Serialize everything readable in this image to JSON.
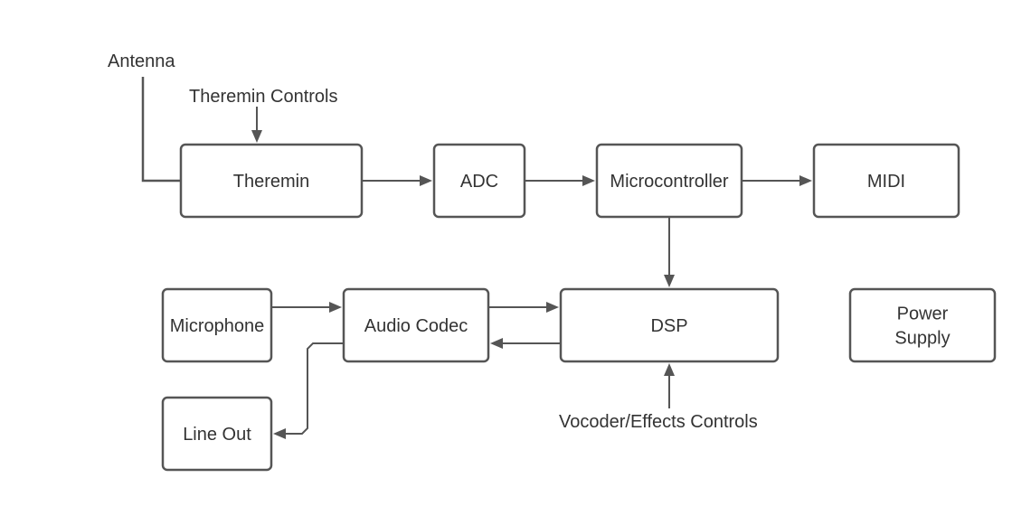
{
  "diagram": {
    "nodes": [
      {
        "id": "theremin",
        "label": "Theremin"
      },
      {
        "id": "adc",
        "label": "ADC"
      },
      {
        "id": "microcontroller",
        "label": "Microcontroller"
      },
      {
        "id": "midi",
        "label": "MIDI"
      },
      {
        "id": "microphone",
        "label": "Microphone"
      },
      {
        "id": "audio-codec",
        "label": "Audio Codec"
      },
      {
        "id": "dsp",
        "label": "DSP"
      },
      {
        "id": "power-supply",
        "label": "Power\nSupply"
      },
      {
        "id": "line-out",
        "label": "Line Out"
      }
    ],
    "labels": [
      {
        "id": "antenna",
        "text": "Antenna"
      },
      {
        "id": "theremin-controls",
        "text": "Theremin Controls"
      },
      {
        "id": "vocoder-effects-controls",
        "text": "Vocoder/Effects Controls"
      }
    ],
    "edges": [
      {
        "from": "antenna",
        "to": "theremin"
      },
      {
        "from": "theremin-controls",
        "to": "theremin"
      },
      {
        "from": "theremin",
        "to": "adc"
      },
      {
        "from": "adc",
        "to": "microcontroller"
      },
      {
        "from": "microcontroller",
        "to": "midi"
      },
      {
        "from": "microcontroller",
        "to": "dsp"
      },
      {
        "from": "microphone",
        "to": "audio-codec"
      },
      {
        "from": "audio-codec",
        "to": "dsp"
      },
      {
        "from": "dsp",
        "to": "audio-codec"
      },
      {
        "from": "audio-codec",
        "to": "line-out"
      },
      {
        "from": "vocoder-effects-controls",
        "to": "dsp"
      }
    ]
  }
}
